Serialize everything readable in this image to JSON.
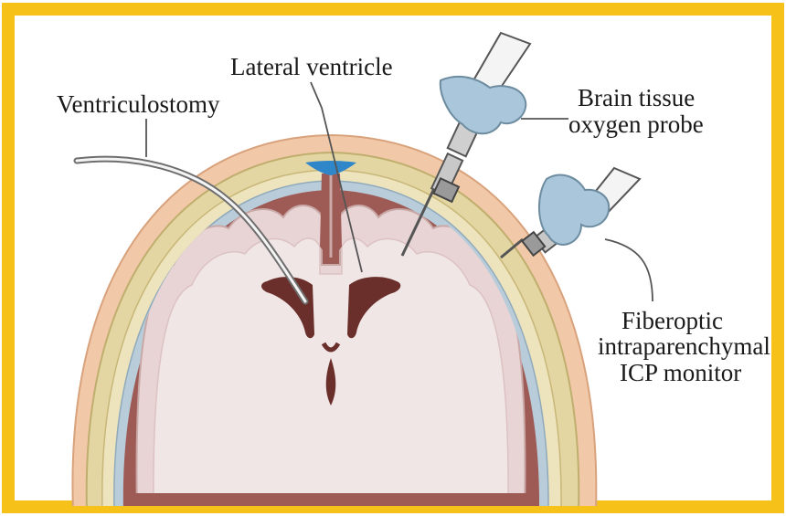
{
  "labels": {
    "lateral_ventricle": "Lateral ventricle",
    "ventriculostomy": "Ventriculostomy",
    "brain_tissue_probe_line1": "Brain tissue",
    "brain_tissue_probe_line2": "oxygen probe",
    "icp_monitor_line1": "Fiberoptic",
    "icp_monitor_line2": "intraparenchymal",
    "icp_monitor_line3": "ICP monitor"
  },
  "colors": {
    "frame": "#F6C21A",
    "scalp": "#F2C9A8",
    "skull": "#E3D6A2",
    "dura": "#B9CCD9",
    "brain_surface": "#9E5A55",
    "brain_fill": "#F1E6E6",
    "ventricle": "#6A2F2A",
    "csf": "#2F86C8",
    "probe_body": "#A9C6DA"
  }
}
